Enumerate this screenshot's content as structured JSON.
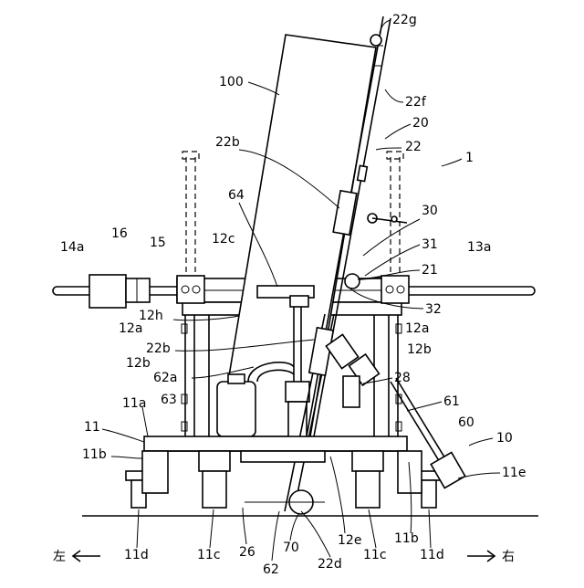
{
  "labels": {
    "l22g": "22g",
    "l100": "100",
    "l22f": "22f",
    "l20": "20",
    "l22b_top": "22b",
    "l22": "22",
    "l1": "1",
    "l64": "64",
    "l30": "30",
    "l14a": "14a",
    "l16": "16",
    "l15": "15",
    "l12c": "12c",
    "l13a": "13a",
    "l31": "31",
    "l21": "21",
    "l32": "32",
    "l12h": "12h",
    "l12a_left": "12a",
    "l12a_right": "12a",
    "l22b_mid": "22b",
    "l12b_right": "12b",
    "l12b_left": "12b",
    "l62a": "62a",
    "l28": "28",
    "l63": "63",
    "l11a": "11a",
    "l61": "61",
    "l60": "60",
    "l11": "11",
    "l10": "10",
    "l11b_left": "11b",
    "l11e": "11e",
    "l26": "26",
    "l70": "70",
    "l12e": "12e",
    "l11b_right": "11b",
    "l11d_left": "11d",
    "l11c_left": "11c",
    "l11c_right": "11c",
    "l11d_right": "11d",
    "l62": "62",
    "l22d": "22d"
  },
  "directions": {
    "left": "左",
    "right": "右"
  }
}
